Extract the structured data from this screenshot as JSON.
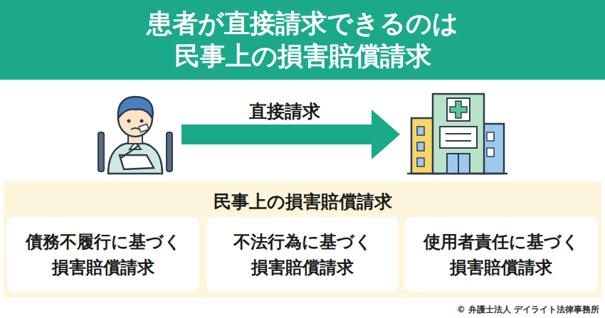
{
  "diagram": {
    "title": "患者が直接請求できるのは 民事上の損害賠償請求",
    "nodes": [
      {
        "text": [
          "民事上の損害賠償請求"
        ]
      },
      {
        "text": [
          "債務不履行に基づく 損害賠償請求"
        ],
        "in": 0
      },
      {
        "text": [
          "不法行為に基づく 損害賠償請求"
        ],
        "in": 0
      },
      {
        "text": [
          "使用者責任に基づく 損害賠償請求"
        ],
        "in": 0
      }
    ],
    "labels": [
      "直接請求",
      "© 弁護士法人 デイライト法律事務所"
    ]
  }
}
